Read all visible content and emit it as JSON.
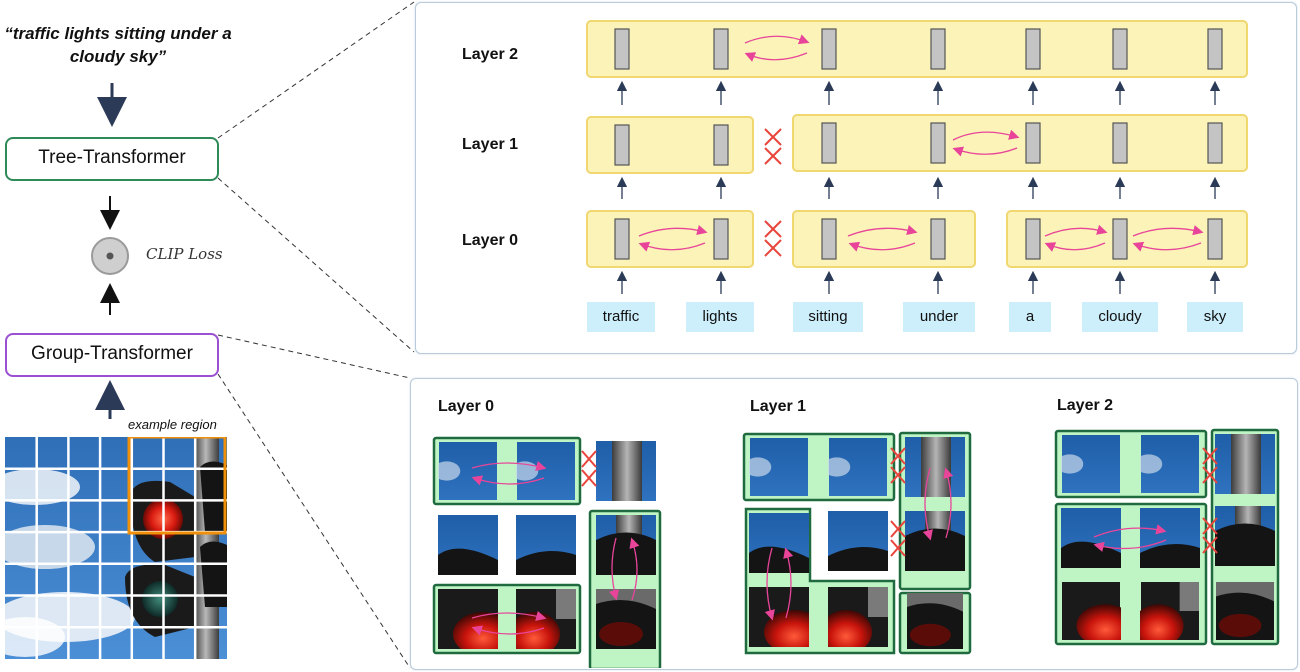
{
  "caption": "“traffic lights sitting under a cloudy sky”",
  "tree_transformer": {
    "label": "Tree-Transformer"
  },
  "group_transformer": {
    "label": "Group-Transformer"
  },
  "clip_loss": {
    "label": "CLIP Loss"
  },
  "example_region": {
    "label": "example region"
  },
  "text_panel": {
    "layers": [
      "Layer 2",
      "Layer 1",
      "Layer 0"
    ],
    "words": [
      "traffic",
      "lights",
      "sitting",
      "under",
      "a",
      "cloudy",
      "sky"
    ]
  },
  "image_panel": {
    "layers": [
      "Layer 0",
      "Layer 1",
      "Layer 2"
    ]
  },
  "colors": {
    "tree_border": "#2e8b57",
    "group_border": "#9b4fd1",
    "region_border": "#f0900a",
    "group_fill": "#fbf3b8",
    "group_stroke": "#f0d770",
    "word_fill": "#cdeefb",
    "arrow_pink": "#e8459a",
    "cross_red": "#e8453c",
    "patch_border": "#1f6b3f",
    "patch_fill": "#bff5c5"
  }
}
